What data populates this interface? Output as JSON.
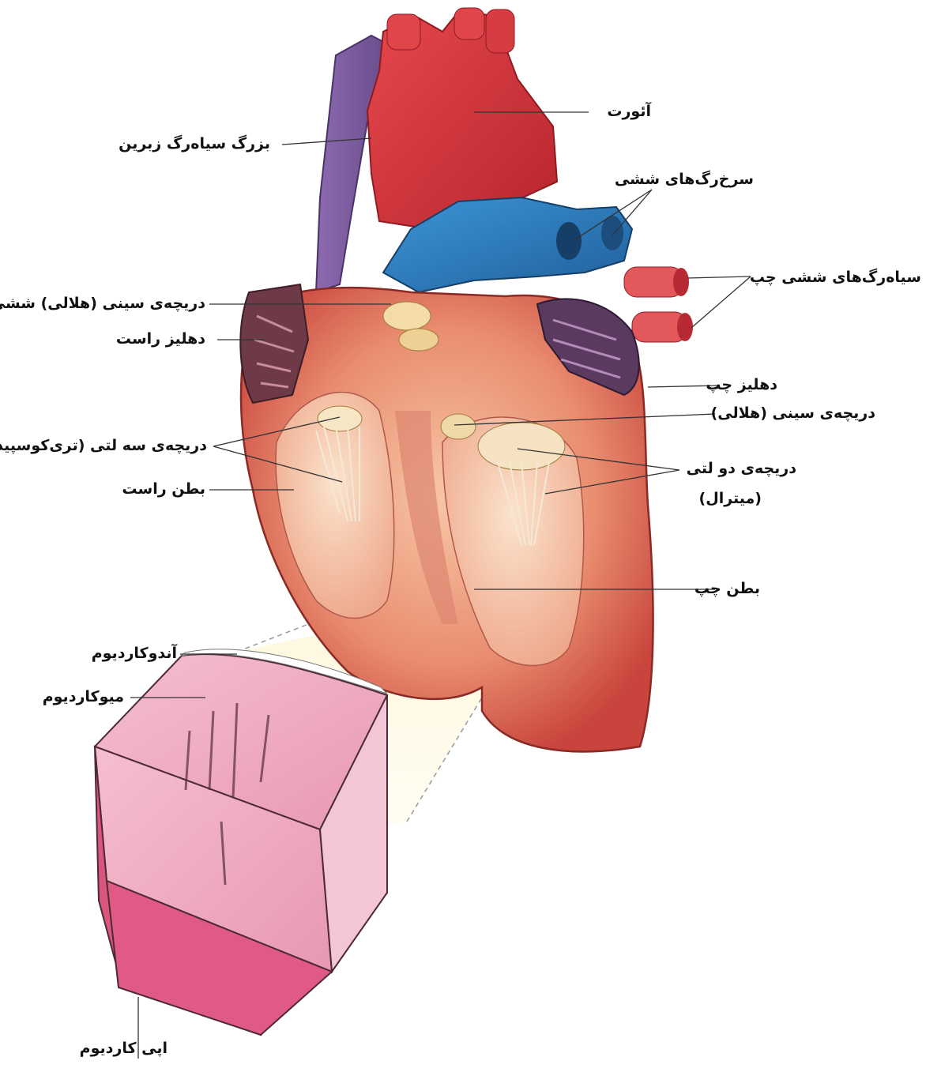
{
  "labels": {
    "aorta": "آئورت",
    "superior_vena_cava": "بزرگ سیاه‌رگ زبرین",
    "pulmonary_arteries": "سرخ‌رگ‌های ششی",
    "left_pulmonary_veins": "سیاه‌رگ‌های ششی چپ",
    "pulmonary_semilunar_valve": "دریچه‌ی سینی (هلالی) ششی",
    "right_atrium": "دهلیز راست",
    "left_atrium": "دهلیز چپ",
    "aortic_semilunar_valve": "دریچه‌ی سینی (هلالی)",
    "tricuspid_valve": "دریچه‌ی سه لتی (تری‌کوسپید)",
    "mitral_valve_line1": "دریچه‌ی دو لتی",
    "mitral_valve_line2": "(میترال)",
    "right_ventricle": "بطن راست",
    "left_ventricle": "بطن چپ",
    "endocardium": "آندوکاردیوم",
    "myocardium": "میوکاردیوم",
    "epicardium": "اپی کاردیوم"
  },
  "colors": {
    "aorta": "#d8343a",
    "vena_cava": "#7a5a9e",
    "pulmonary_artery": "#2f7fc0",
    "heart_muscle": "#e0705a",
    "heart_interior": "#f2b89a",
    "wall_section_top": "#efa7c0",
    "wall_section_side": "#d9557e",
    "leader_line": "#333333"
  }
}
